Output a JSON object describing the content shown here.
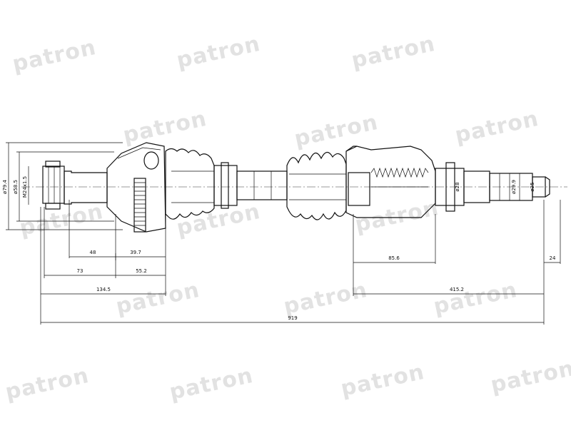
{
  "brand": {
    "watermark": "patron",
    "watermark_color": "#e2e2e2"
  },
  "dimensions": {
    "d_79_4": "ø79.4",
    "d_58_5": "ø58.5",
    "thread": "M24x1.5",
    "d_28": "ø28",
    "d_29_9": "ø29.9",
    "d_25": "ø25",
    "len_48": "48",
    "len_39_7": "39.7",
    "len_73": "73",
    "len_55_2": "55.2",
    "len_134_5": "134.5",
    "len_85_6": "85.6",
    "len_24": "24",
    "len_415_2": "415.2",
    "len_919": "919"
  },
  "colors": {
    "line": "#111111",
    "background": "#ffffff"
  }
}
